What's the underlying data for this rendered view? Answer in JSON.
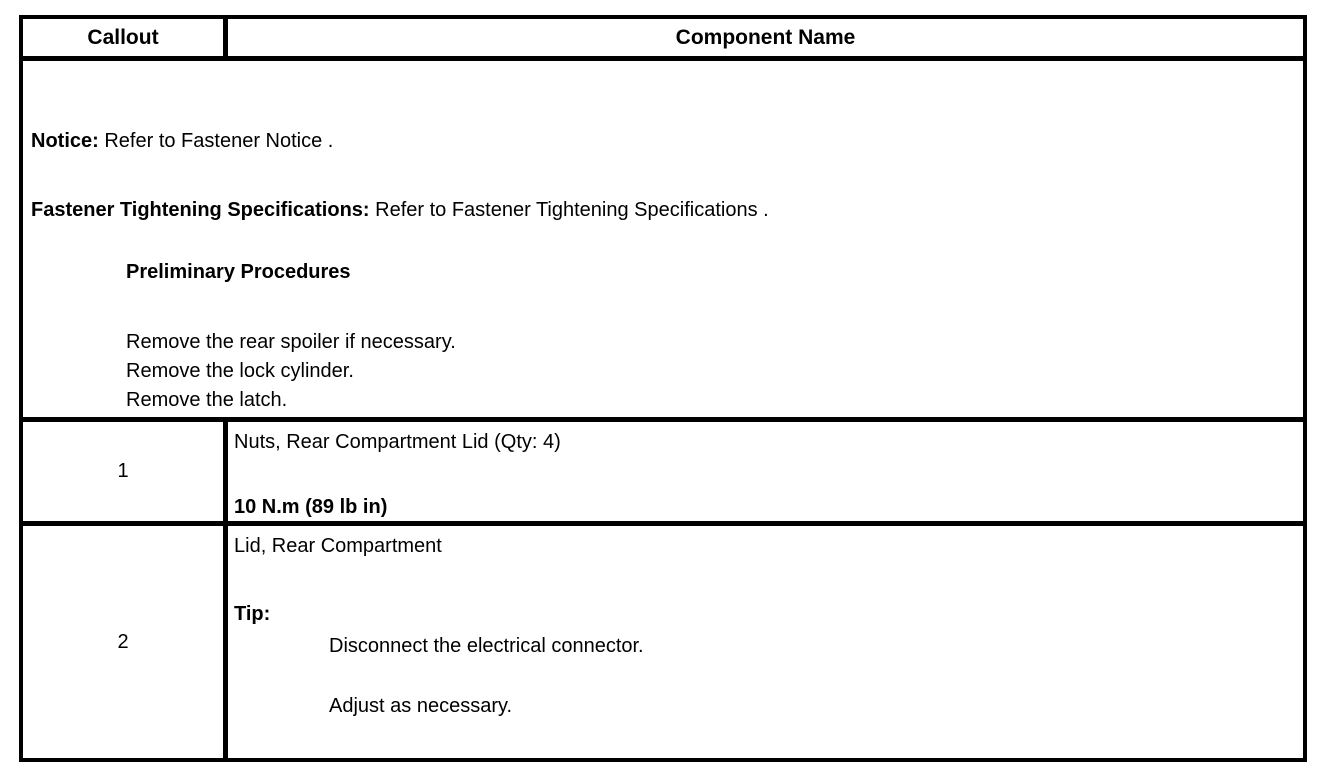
{
  "colors": {
    "border": "#000000",
    "text": "#000000",
    "background": "#ffffff"
  },
  "table": {
    "header": {
      "callout": "Callout",
      "component_name": "Component Name"
    },
    "notice_section": {
      "notice_label": "Notice:",
      "notice_text": " Refer to Fastener Notice .",
      "fastener_label": "Fastener Tightening Specifications:",
      "fastener_text": " Refer to Fastener Tightening Specifications .",
      "preliminary_heading": "Preliminary Procedures",
      "preliminary_steps": [
        "Remove the rear spoiler if necessary.",
        "Remove the lock cylinder.",
        "Remove the latch."
      ]
    },
    "rows": [
      {
        "callout": "1",
        "component": "Nuts, Rear Compartment Lid (Qty: 4)",
        "torque": "10 N.m (89 lb in)"
      },
      {
        "callout": "2",
        "component": "Lid, Rear Compartment",
        "tip_label": "Tip:",
        "tip_steps": [
          "Disconnect the electrical connector.",
          "Adjust as necessary."
        ]
      }
    ]
  }
}
